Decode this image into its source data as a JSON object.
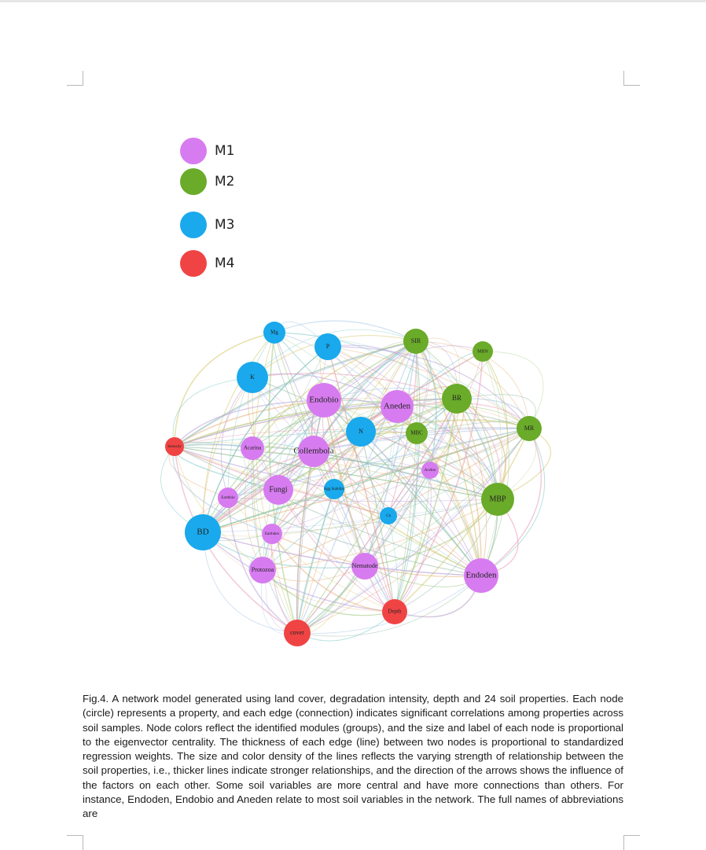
{
  "legend": [
    {
      "label": "M1",
      "color": "#d77cf0"
    },
    {
      "label": "M2",
      "color": "#6aab2a"
    },
    {
      "label": "M3",
      "color": "#19a9ec"
    },
    {
      "label": "M4",
      "color": "#f04444"
    }
  ],
  "network": {
    "nodes": [
      {
        "label": "Mg",
        "module": "M3"
      },
      {
        "label": "P",
        "module": "M3"
      },
      {
        "label": "SIR",
        "module": "M2"
      },
      {
        "label": "MBN",
        "module": "M2"
      },
      {
        "label": "K",
        "module": "M3"
      },
      {
        "label": "Endobio",
        "module": "M1"
      },
      {
        "label": "Aneden",
        "module": "M1"
      },
      {
        "label": "BR",
        "module": "M2"
      },
      {
        "label": "MR",
        "module": "M2"
      },
      {
        "label": "N",
        "module": "M3"
      },
      {
        "label": "MBC",
        "module": "M2"
      },
      {
        "label": "Intensity",
        "module": "M4"
      },
      {
        "label": "Acarina",
        "module": "M1"
      },
      {
        "label": "Collembola",
        "module": "M1"
      },
      {
        "label": "Acebio",
        "module": "M1"
      },
      {
        "label": "Fungi",
        "module": "M1"
      },
      {
        "label": "Agg Stability",
        "module": "M3"
      },
      {
        "label": "Earthbio",
        "module": "M1"
      },
      {
        "label": "MBP",
        "module": "M2"
      },
      {
        "label": "Ca",
        "module": "M3"
      },
      {
        "label": "BD",
        "module": "M3"
      },
      {
        "label": "Earthden",
        "module": "M1"
      },
      {
        "label": "Protozoa",
        "module": "M1"
      },
      {
        "label": "Nematode",
        "module": "M1"
      },
      {
        "label": "Endoden",
        "module": "M1"
      },
      {
        "label": "Depth",
        "module": "M4"
      },
      {
        "label": "cover",
        "module": "M4"
      }
    ]
  },
  "caption": "Fig.4. A network model generated using land cover, degradation intensity, depth and 24 soil properties. Each node (circle) represents a property, and each edge (connection) indicates significant correlations among properties across soil samples. Node colors reflect the identified modules (groups), and the size and label of each node is proportional to the eigenvector centrality. The thickness of each edge (line) between two nodes is proportional to standardized regression weights. The size and color density of the lines reflects the varying strength of relationship between the soil properties, i.e., thicker lines indicate stronger relationships, and the direction of the arrows shows the influence of the factors on each other. Some soil variables are more central and have more connections than others. For instance, Endoden, Endobio and Aneden relate to most soil variables in the network. The full names of abbreviations are"
}
